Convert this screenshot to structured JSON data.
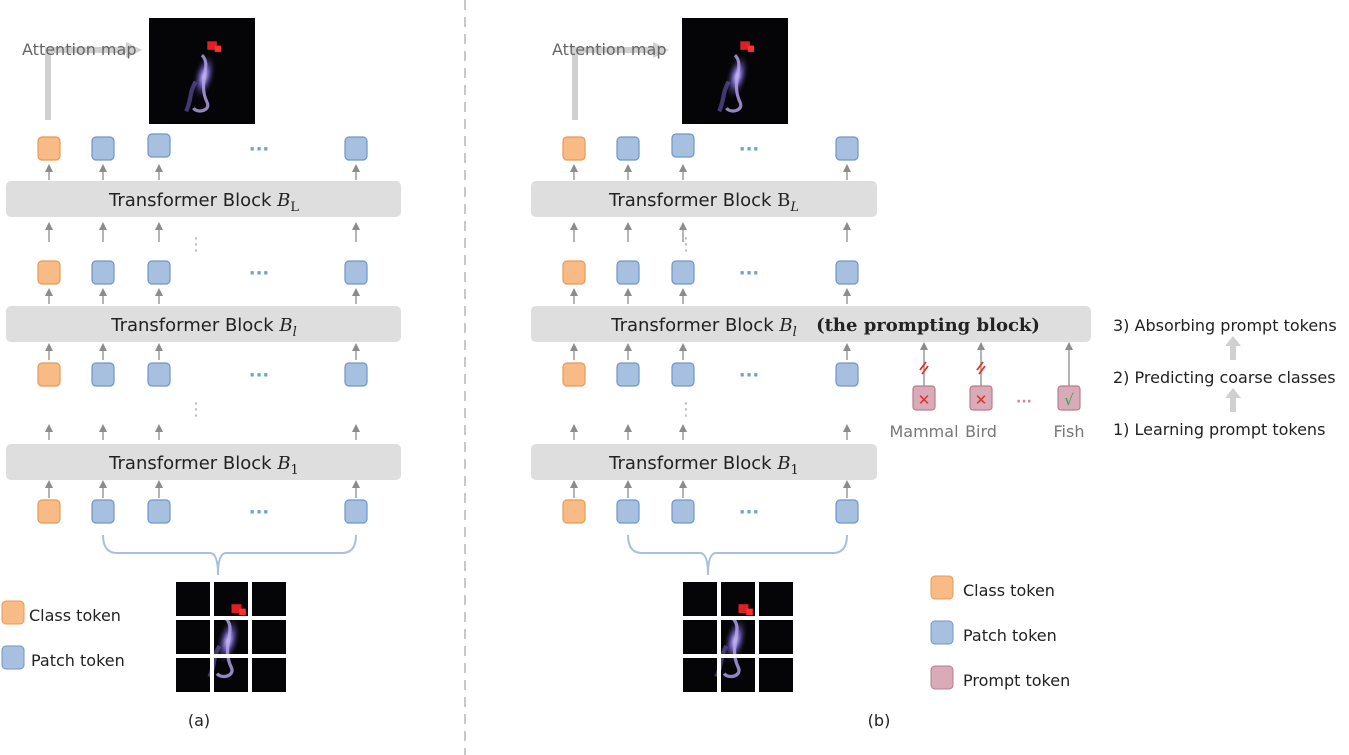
{
  "panel_a": {
    "attention_label": "Attention map",
    "blocks": [
      {
        "name": "Transformer Block ",
        "sym": "B",
        "sub": "L",
        "sub_style": "upright"
      },
      {
        "name": "Transformer Block ",
        "sym": "B",
        "sub": "l",
        "sub_style": "italic"
      },
      {
        "name": "Transformer Block ",
        "sym": "B",
        "sub": "1",
        "sub_style": "upright"
      }
    ],
    "ellipsis": "···",
    "vdots": "⋮",
    "legend": {
      "class_token": "Class token",
      "patch_token": "Patch token"
    },
    "caption": "(a)"
  },
  "panel_b": {
    "attention_label": "Attention map",
    "blocks": [
      {
        "name": "Transformer Block ",
        "sym": "B",
        "sub": "L",
        "sub_style": "italic",
        "sym_style": "upright"
      },
      {
        "name": "Transformer Block ",
        "sym": "B",
        "sub": "l",
        "sub_style": "italic",
        "extra": "(the prompting block)"
      },
      {
        "name": "Transformer Block ",
        "sym": "B",
        "sub": "1",
        "sub_style": "upright"
      }
    ],
    "ellipsis": "···",
    "vdots": "⋮",
    "prompts": [
      {
        "label": "Mammal",
        "mark": "✕",
        "mark_color": "#e0312b"
      },
      {
        "label": "Bird",
        "mark": "✕",
        "mark_color": "#e0312b"
      },
      {
        "label": "Fish",
        "mark": "√",
        "mark_color": "#2aa84a"
      }
    ],
    "prompt_ellipsis": "···",
    "steps": [
      "3)  Absorbing prompt tokens",
      "2)  Predicting coarse classes",
      "1)  Learning prompt tokens"
    ],
    "legend": {
      "class_token": "Class token",
      "patch_token": "Patch token",
      "prompt_token": "Prompt token"
    },
    "caption": "(b)"
  },
  "colors": {
    "class_token": "#f9bb85",
    "class_token_border": "#e89a55",
    "patch_token": "#a8c0e0",
    "patch_token_border": "#6d96c8",
    "prompt_token": "#d9aab8",
    "prompt_token_border": "#b77e90",
    "block_fill": "#dedede",
    "arrow": "#8c8c8c",
    "big_arrow": "#d0d0d0",
    "dots": "#6ea0d0",
    "brace": "#a8c0e0",
    "divider": "#c8c8c8"
  }
}
